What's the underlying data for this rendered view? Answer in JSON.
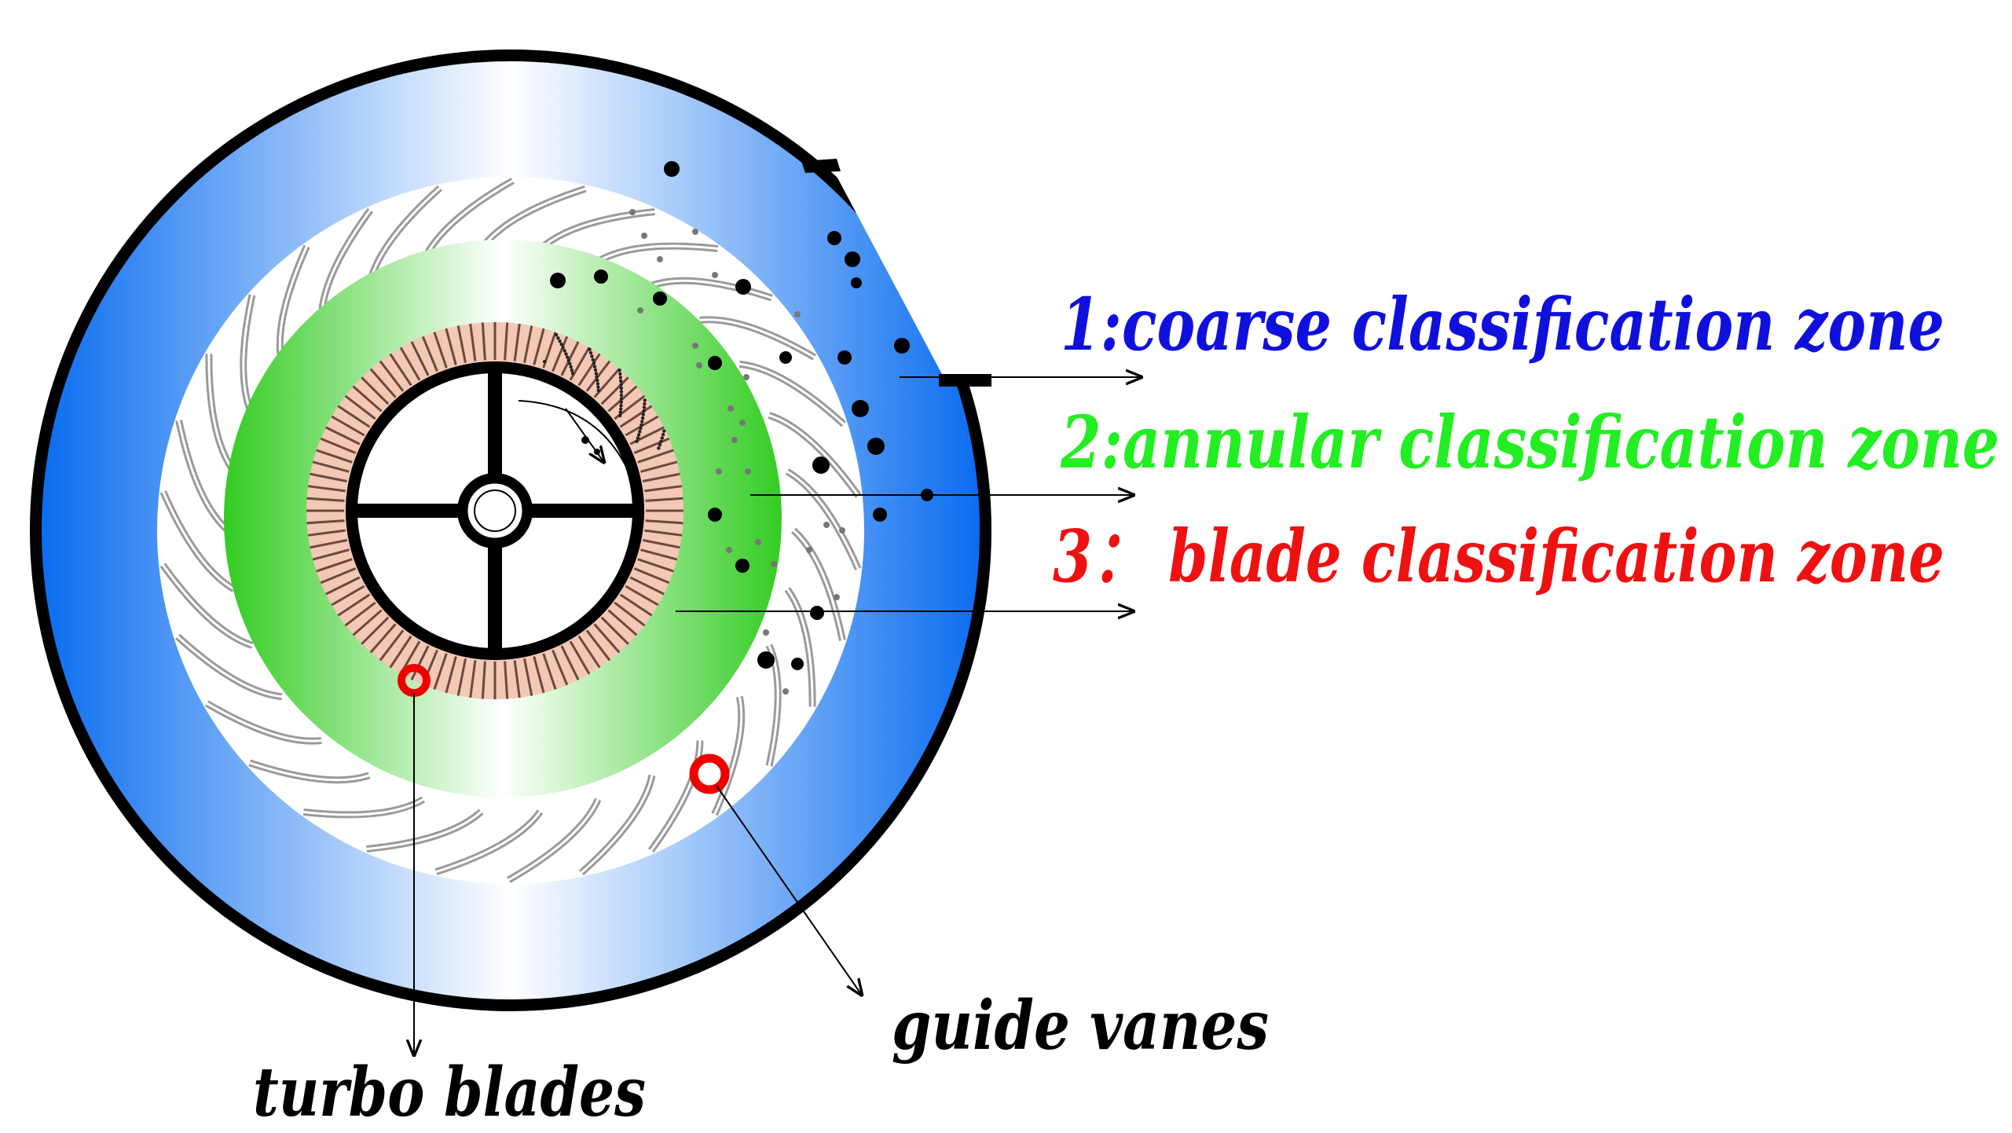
{
  "labels": {
    "zone1": "1:coarse classification zone",
    "zone2": "2:annular classification zone",
    "zone3": "3： blade classification zone",
    "guide_vanes": "guide vanes",
    "turbo_blades": "turbo blades"
  },
  "colors": {
    "zone1": "#1010dd",
    "zone2": "#22ee22",
    "zone3": "#ee1111",
    "outer_ring": "#0a6df0",
    "annular_ring": "#33cc22",
    "blade_ring": "#f3c8b4",
    "marker": "#ee0000",
    "ink": "#000000"
  },
  "counts": {
    "guide_vanes": 30,
    "turbo_blades": 96
  }
}
